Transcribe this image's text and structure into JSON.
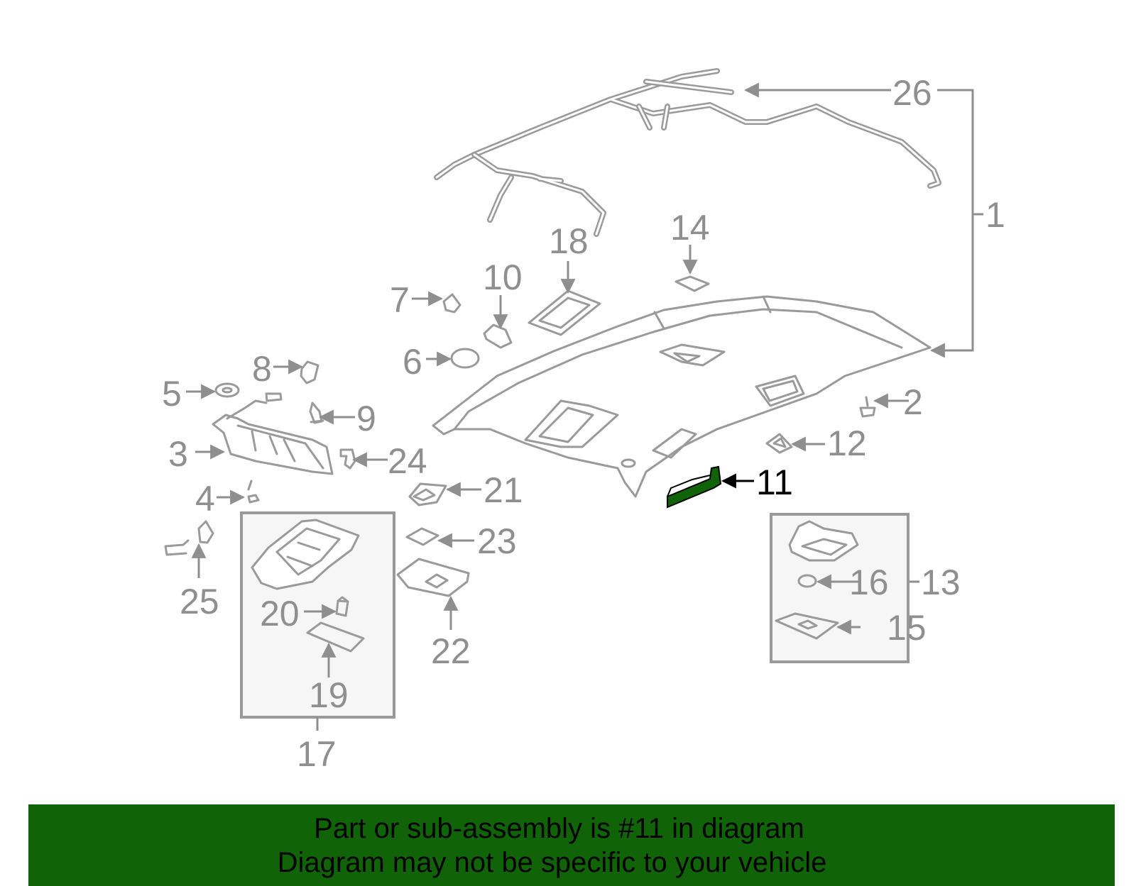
{
  "callouts": {
    "c1": "1",
    "c2": "2",
    "c3": "3",
    "c4": "4",
    "c5": "5",
    "c6": "6",
    "c7": "7",
    "c8": "8",
    "c9": "9",
    "c10": "10",
    "c11": "11",
    "c12": "12",
    "c13": "13",
    "c14": "14",
    "c15": "15",
    "c16": "16",
    "c17": "17",
    "c18": "18",
    "c19": "19",
    "c20": "20",
    "c21": "21",
    "c22": "22",
    "c23": "23",
    "c24": "24",
    "c25": "25",
    "c26": "26"
  },
  "highlight": {
    "part": "11",
    "color": "#116307"
  },
  "banner": {
    "line1": "Part or sub-assembly is #11 in diagram",
    "line2": "Diagram may not be specific to your vehicle",
    "background": "#116307"
  }
}
